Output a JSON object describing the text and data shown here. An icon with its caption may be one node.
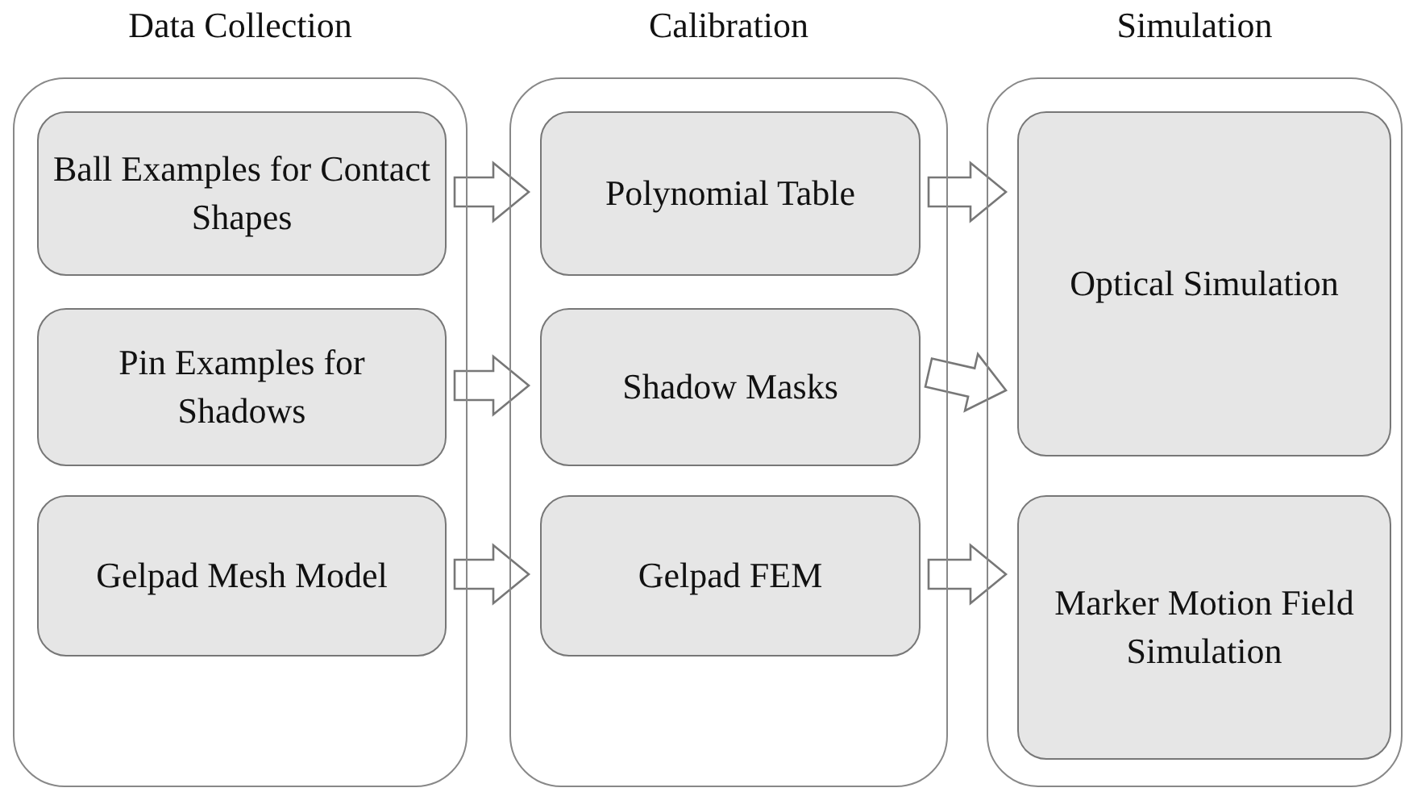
{
  "diagram": {
    "nodes": [
      {
        "text": [
          "Data Collection"
        ]
      },
      {
        "text": [
          "Ball Examples for Contact Shapes"
        ],
        "in": 0
      },
      {
        "text": [
          "Pin Examples for Shadows"
        ],
        "in": 0
      },
      {
        "text": [
          "Gelpad Mesh Model"
        ],
        "in": 0
      },
      {
        "text": [
          "Calibration"
        ]
      },
      {
        "text": [
          "Polynomial Table"
        ],
        "in": 4
      },
      {
        "text": [
          "Shadow Masks"
        ],
        "in": 4
      },
      {
        "text": [
          "Gelpad FEM"
        ],
        "in": 4
      },
      {
        "text": [
          "Simulation"
        ]
      },
      {
        "text": [
          "Optical Simulation"
        ],
        "in": 8
      },
      {
        "text": [
          "Marker Motion Field Simulation"
        ],
        "in": 8
      }
    ],
    "edges": [
      {
        "from": 1,
        "to": 5,
        "arrow": "to"
      },
      {
        "from": 2,
        "to": 6,
        "arrow": "to"
      },
      {
        "from": 3,
        "to": 7,
        "arrow": "to"
      },
      {
        "from": 5,
        "to": 9,
        "arrow": "to"
      },
      {
        "from": 6,
        "to": 9,
        "arrow": "to"
      },
      {
        "from": 7,
        "to": 10,
        "arrow": "to"
      }
    ]
  }
}
